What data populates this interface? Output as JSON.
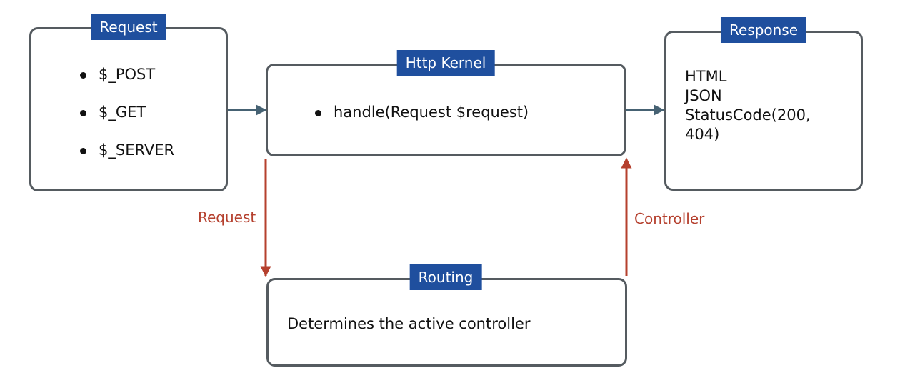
{
  "colors": {
    "title_bg": "#1f4f9e",
    "box_border": "#555b60",
    "flow_arrow": "#466273",
    "feedback_arrow": "#b5402e"
  },
  "nodes": {
    "request": {
      "title": "Request",
      "items": [
        "$_POST",
        "$_GET",
        "$_SERVER"
      ]
    },
    "kernel": {
      "title": "Http Kernel",
      "items": [
        "handle(Request $request)"
      ]
    },
    "response": {
      "title": "Response",
      "lines": [
        "HTML",
        "JSON",
        "StatusCode(200,",
        "404)"
      ]
    },
    "routing": {
      "title": "Routing",
      "text": "Determines the active controller"
    }
  },
  "edges": {
    "kernel_to_routing": "Request",
    "routing_to_kernel": "Controller"
  }
}
